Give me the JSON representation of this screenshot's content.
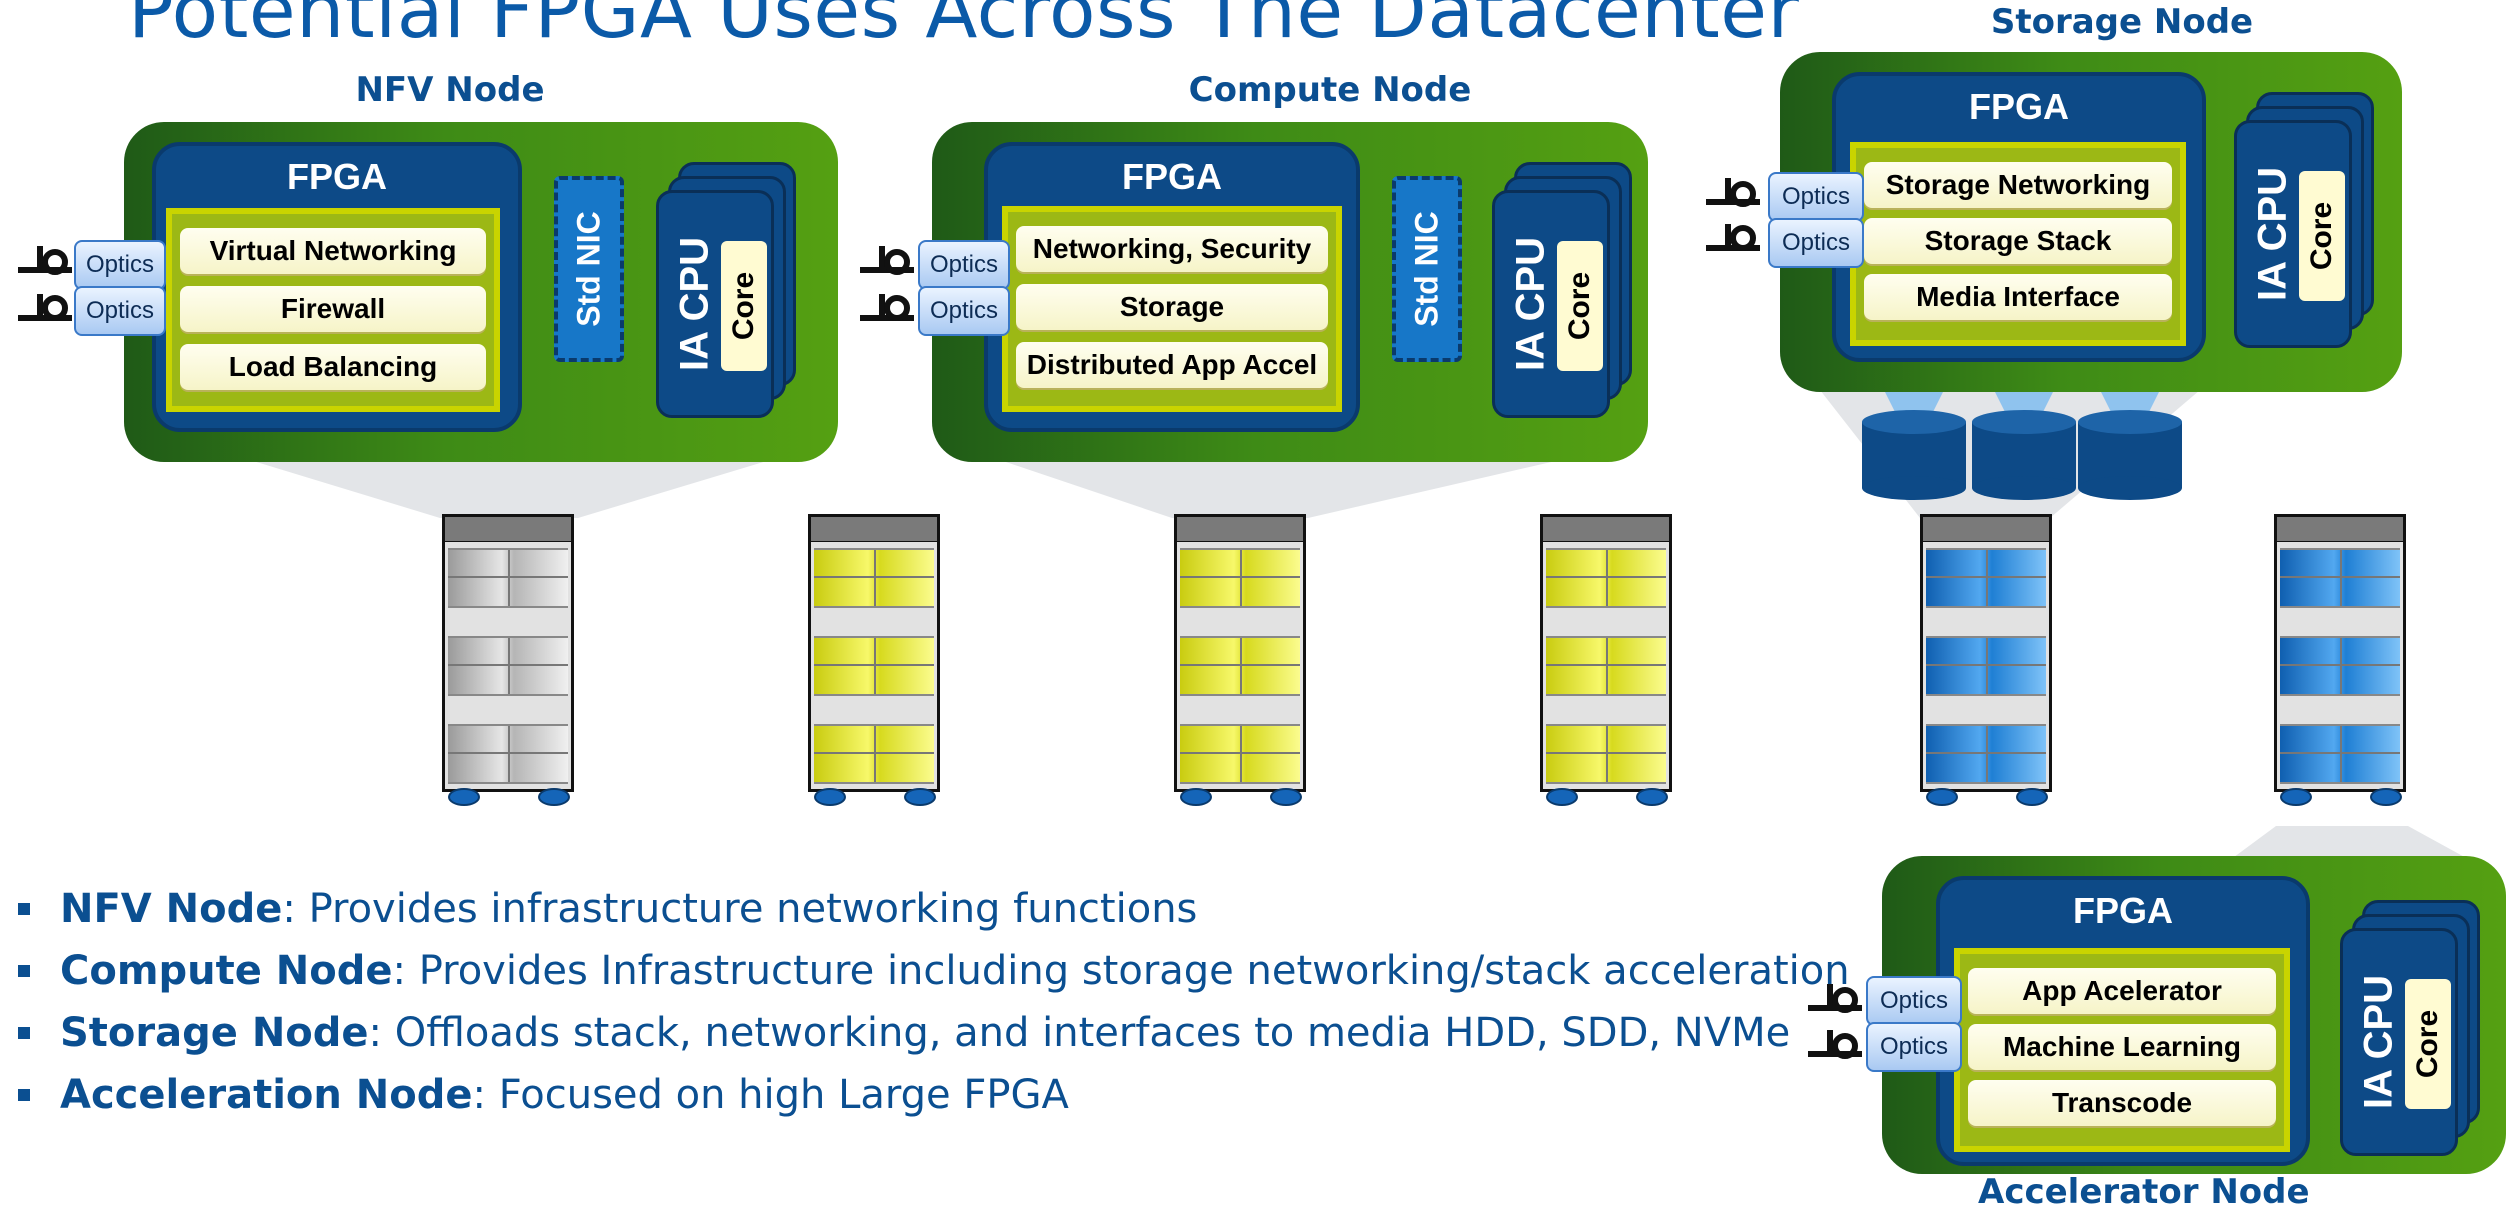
{
  "title": "Potential FPGA Uses Across The Datacenter",
  "nodes": {
    "nfv": {
      "label": "NFV Node",
      "fpga": "FPGA",
      "functions": [
        "Virtual Networking",
        "Firewall",
        "Load Balancing"
      ],
      "optics": [
        "Optics",
        "Optics"
      ],
      "nic": "Std NIC",
      "cpu": "IA CPU",
      "core": "Core"
    },
    "compute": {
      "label": "Compute Node",
      "fpga": "FPGA",
      "functions": [
        "Networking, Security",
        "Storage",
        "Distributed App Accel"
      ],
      "optics": [
        "Optics",
        "Optics"
      ],
      "nic": "Std NIC",
      "cpu": "IA CPU",
      "core": "Core"
    },
    "storage": {
      "label": "Storage Node",
      "fpga": "FPGA",
      "functions": [
        "Storage Networking",
        "Storage Stack",
        "Media Interface"
      ],
      "optics": [
        "Optics",
        "Optics"
      ],
      "cpu": "IA CPU",
      "core": "Core"
    },
    "accelerator": {
      "label": "Accelerator Node",
      "fpga": "FPGA",
      "functions": [
        "App Acelerator",
        "Machine Learning",
        "Transcode"
      ],
      "optics": [
        "Optics",
        "Optics"
      ],
      "cpu": "IA CPU",
      "core": "Core"
    }
  },
  "bullets": [
    {
      "term": "NFV Node",
      "text": ": Provides infrastructure networking functions"
    },
    {
      "term": "Compute Node",
      "text": ": Provides Infrastructure including storage networking/stack acceleration"
    },
    {
      "term": "Storage Node",
      "text": ": Offloads stack, networking, and interfaces to media HDD, SDD, NVMe"
    },
    {
      "term": "Acceleration Node",
      "text": ": Focused on high Large FPGA"
    }
  ],
  "colors": {
    "title_blue": "#0b5aa8",
    "node_green": "#3e8b16",
    "fpga_blue": "#0d4a87",
    "rack_gray": "#bdbdbd",
    "rack_yellow": "#e6ea2a",
    "rack_blue": "#1f86e0"
  },
  "racks": [
    "gray",
    "yellow",
    "yellow",
    "yellow",
    "blue",
    "blue"
  ]
}
